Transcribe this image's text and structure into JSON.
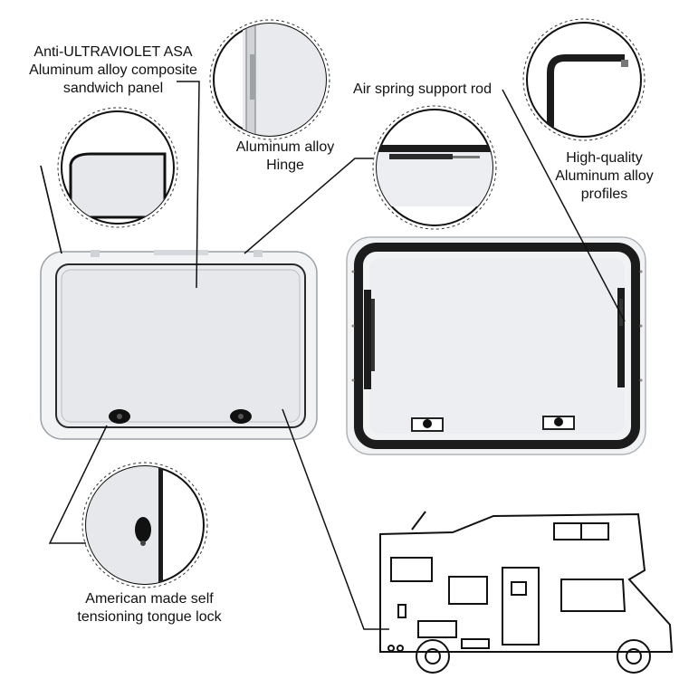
{
  "labels": {
    "panel": {
      "line1": "Anti-ULTRAVIOLET ASA",
      "line2": "Aluminum alloy composite",
      "line3": "sandwich panel"
    },
    "hinge": {
      "line1": "Aluminum alloy",
      "line2": "Hinge"
    },
    "spring": {
      "line1": "Air spring support rod"
    },
    "profiles": {
      "line1": "High-quality",
      "line2": "Aluminum alloy",
      "line3": "profiles"
    },
    "lock": {
      "line1": "American made self",
      "line2": "tensioning tongue lock"
    }
  },
  "colors": {
    "panel_fill": "#e9ebee",
    "frame_dark": "#1c1c1c",
    "line": "#111111"
  }
}
